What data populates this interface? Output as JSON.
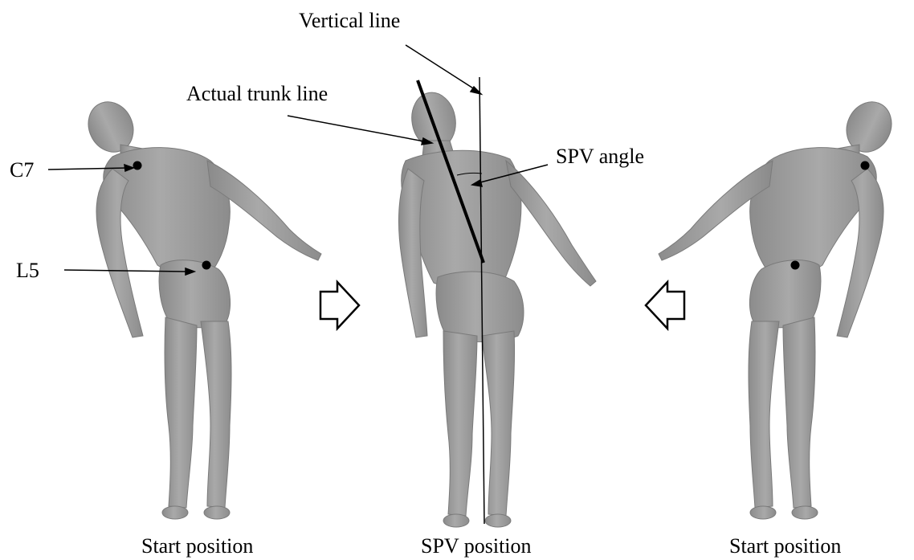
{
  "labels": {
    "vertical_line": "Vertical line",
    "actual_trunk_line": "Actual trunk line",
    "spv_angle": "SPV angle",
    "c7": "C7",
    "l5": "L5"
  },
  "captions": {
    "left": "Start position",
    "center": "SPV position",
    "right": "Start position"
  },
  "colors": {
    "figure": "#9a9a9a",
    "figure_shade": "#7d7d7d",
    "line": "#000000"
  },
  "icons": {
    "left_arrow": "hollow-right-arrow-icon",
    "right_arrow": "hollow-left-arrow-icon"
  }
}
